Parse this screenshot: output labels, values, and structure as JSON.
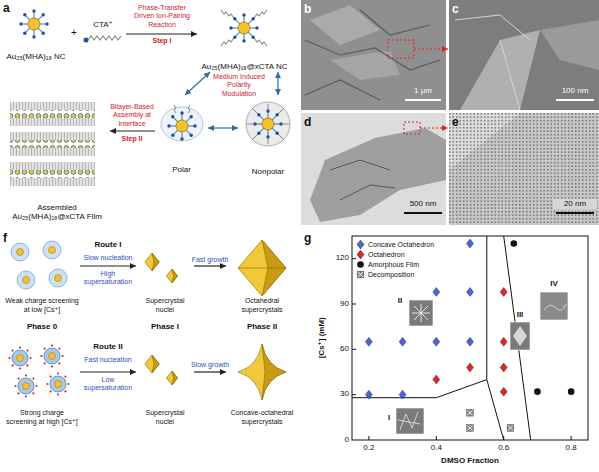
{
  "diagram": {
    "nodes": [
      {
        "text": [
          "Au₂₅(MHA)₁₈ NC"
        ]
      },
      {
        "text": [
          "CTA⁺"
        ]
      },
      {
        "text": [
          "Au₂₅(MHA)₁₈@xCTA NC"
        ]
      },
      {
        "text": [
          "Polar"
        ]
      },
      {
        "text": [
          "Nonpolar"
        ]
      },
      {
        "text": [
          "Assembled Au₂₅(MHA)₁₈@xCTA Film"
        ]
      },
      {
        "text": [
          "Weak charge screening at low [Cs⁺]"
        ]
      },
      {
        "text": [
          "Supercrystal nuclei"
        ]
      },
      {
        "text": [
          "Octahedral supercrystals"
        ]
      },
      {
        "text": [
          "Strong charge screening at high [Cs⁺]"
        ]
      },
      {
        "text": [
          "Supercrystal nuclei"
        ]
      },
      {
        "text": [
          "Concave-octahedral supercrystals"
        ]
      }
    ],
    "edges": [
      {
        "from": 1,
        "to": 2,
        "arrow": "to",
        "label": "Phase-Transfer Driven Ion-Pairing Reaction"
      },
      {
        "from": 2,
        "to": 3,
        "arrow": "both"
      },
      {
        "from": 2,
        "to": 4,
        "arrow": "both"
      },
      {
        "from": 3,
        "to": 4,
        "arrow": "both"
      },
      {
        "from": 3,
        "to": 5,
        "arrow": "to",
        "label": "Bilayer-Based Assembly at Interface"
      },
      {
        "from": 6,
        "to": 7,
        "arrow": "to",
        "label": "Slow nucleation"
      },
      {
        "from": 7,
        "to": 8,
        "arrow": "to",
        "label": "Fast growth"
      },
      {
        "from": 9,
        "to": 10,
        "arrow": "to",
        "label": "Fast nucleation"
      },
      {
        "from": 10,
        "to": 11,
        "arrow": "to",
        "label": "Slow growth"
      }
    ],
    "labels": [
      "a",
      "+",
      "Step I",
      "Medium Induced Polarity Modulation",
      "Step II",
      "b",
      "1 μm",
      "c",
      "100 nm",
      "d",
      "500 nm",
      "e",
      "20 nm",
      "f",
      "Route I",
      "High supersaturation",
      "Phase 0",
      "Phase I",
      "Phase II",
      "Route II",
      "Low supersaturation",
      "g",
      "[Cs⁺] (mM)",
      "DMSO Fraction",
      "120",
      "90",
      "60",
      "30",
      "0",
      "0.2",
      "0.4",
      "0.6",
      "0.8",
      "I",
      "II",
      "III",
      "IV"
    ],
    "legend": [
      {
        "text": "Concave Octahedron"
      },
      {
        "text": "Octahedron"
      },
      {
        "text": "Amorphous Film"
      },
      {
        "text": "Decomposition"
      }
    ]
  }
}
